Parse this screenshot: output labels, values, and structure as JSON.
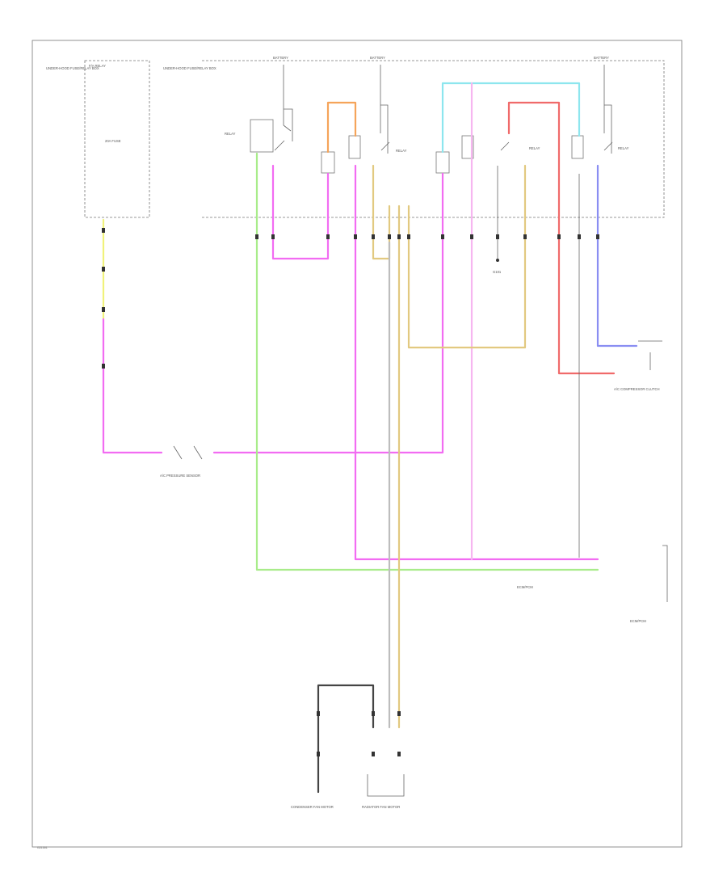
{
  "labels": {
    "fuse_box_note": "UNDER-HOOD FUSE/RELAY BOX",
    "fuse_box_title": "F/A RELAY",
    "fuse_box_fuse": "20A FUSE",
    "relay_box_note": "UNDER-HOOD FUSE/RELAY BOX",
    "bat_1": "BATTERY",
    "bat_2": "BATTERY",
    "bat_3": "BATTERY",
    "relay_1": "RELAY",
    "relay_2": "RELAY",
    "relay_3": "RELAY",
    "relay_4": "RELAY",
    "g101": "G101",
    "ac_pressure_sensor": "A/C PRESSURE SENSOR",
    "ac_compressor_clutch": "A/C COMPRESSOR CLUTCH",
    "ecm_pcm_note": "ECM/PCM",
    "ecm_pcm_title": "ECM/PCM",
    "radiator_fan_motor": "RADIATOR FAN MOTOR",
    "condenser_fan_motor": "CONDENSER FAN MOTOR",
    "ground": "G101",
    "page_mark": "G21501"
  },
  "colors": {
    "pink": "#f26cf2",
    "yellow": "#f0f27a",
    "green": "#a8ec8a",
    "orange": "#f5a45a",
    "cyan": "#8de6ee",
    "red": "#f06a6a",
    "tan": "#e2c980",
    "blue": "#8a8ef2",
    "lightpink": "#f6b6f0",
    "gray": "#bdbdbd"
  }
}
